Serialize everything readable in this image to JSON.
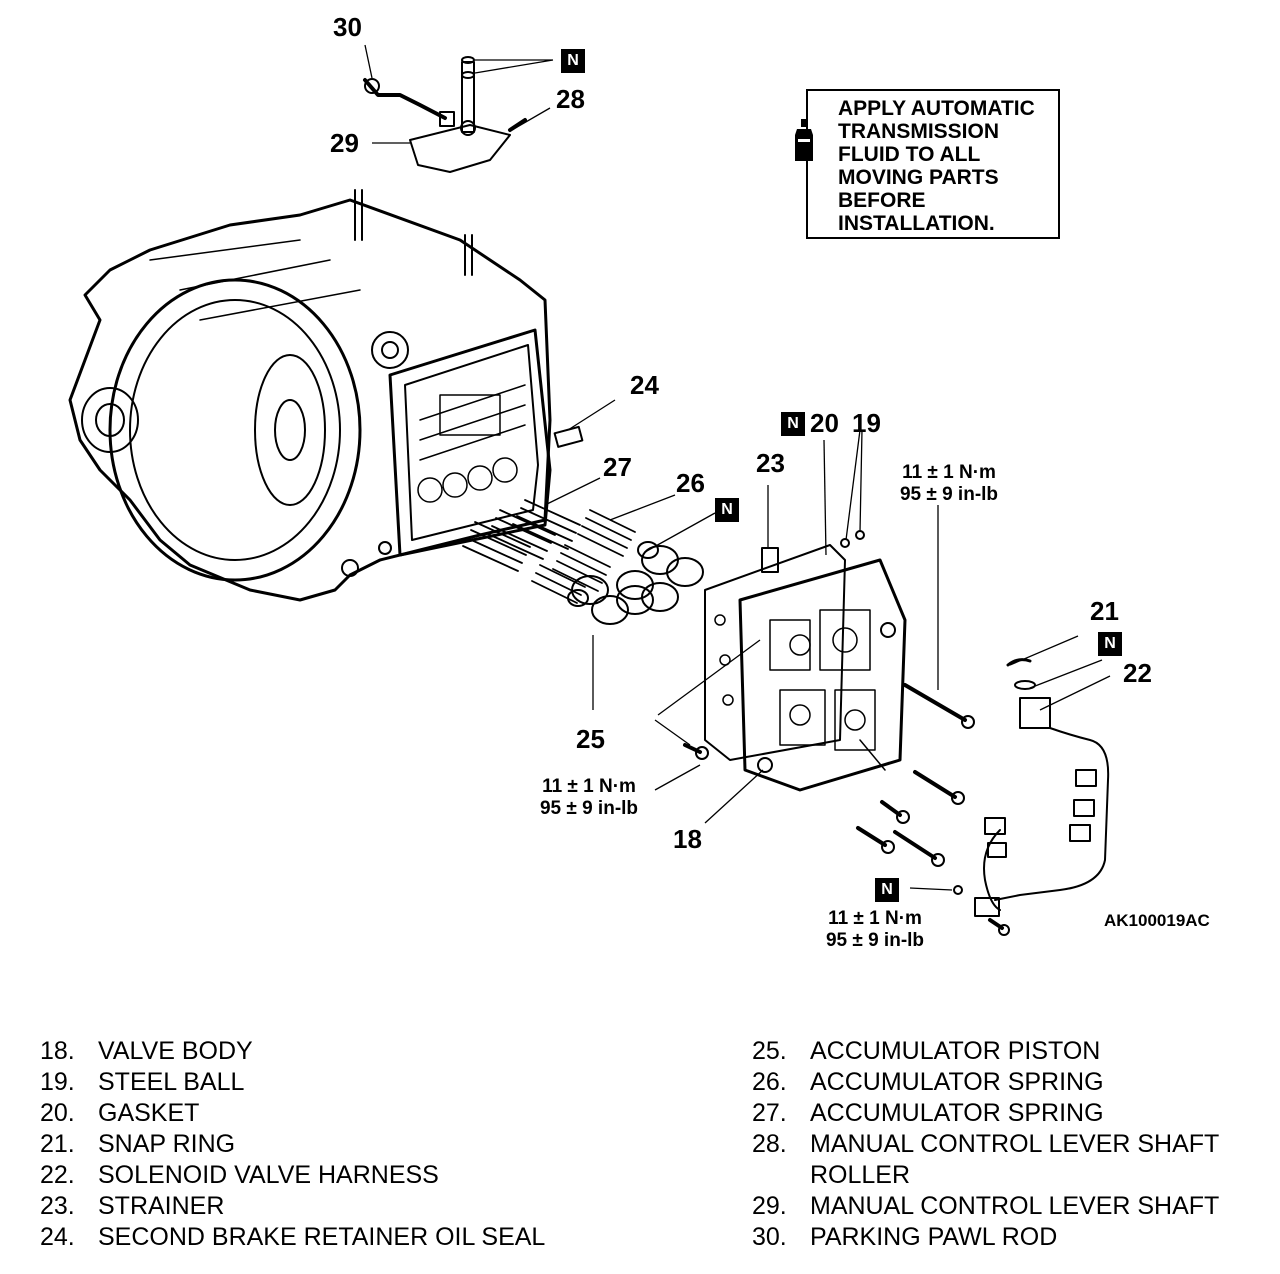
{
  "callouts": {
    "c18": "18",
    "c19": "19",
    "c20": "20",
    "c21": "21",
    "c22": "22",
    "c23": "23",
    "c24": "24",
    "c25": "25",
    "c26": "26",
    "c27": "27",
    "c28": "28",
    "c29": "29",
    "c30": "30"
  },
  "new_part_badge": "N",
  "torque": {
    "line1": "11 ± 1 N·m",
    "line2": "95 ± 9 in-lb"
  },
  "note": {
    "text": "APPLY AUTOMATIC\nTRANSMISSION\nFLUID TO ALL\nMOVING PARTS\nBEFORE\nINSTALLATION.",
    "icon": "fluid-bottle-icon"
  },
  "figure_id": "AK100019AC",
  "legend_left": [
    {
      "num": "18.",
      "name": "VALVE BODY"
    },
    {
      "num": "19.",
      "name": "STEEL BALL"
    },
    {
      "num": "20.",
      "name": "GASKET"
    },
    {
      "num": "21.",
      "name": "SNAP RING"
    },
    {
      "num": "22.",
      "name": "SOLENOID VALVE HARNESS"
    },
    {
      "num": "23.",
      "name": "STRAINER"
    },
    {
      "num": "24.",
      "name": "SECOND BRAKE RETAINER OIL SEAL"
    }
  ],
  "legend_right": [
    {
      "num": "25.",
      "name": "ACCUMULATOR PISTON"
    },
    {
      "num": "26.",
      "name": "ACCUMULATOR SPRING"
    },
    {
      "num": "27.",
      "name": "ACCUMULATOR SPRING"
    },
    {
      "num": "28.",
      "name": "MANUAL CONTROL LEVER SHAFT ROLLER"
    },
    {
      "num": "29.",
      "name": "MANUAL CONTROL LEVER SHAFT"
    },
    {
      "num": "30.",
      "name": "PARKING PAWL ROD"
    }
  ]
}
